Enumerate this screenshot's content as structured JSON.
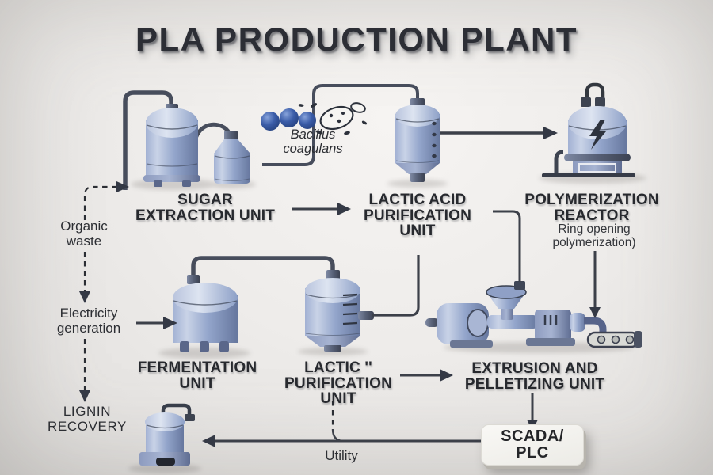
{
  "title": "PLA PRODUCTION PLANT",
  "units": {
    "sugar_extraction": {
      "label": "SUGAR\nEXTRACTION UNIT"
    },
    "lactic_acid_purification": {
      "label": "LACTIC ACID\nPURIFICATION\nUNIT"
    },
    "polymerization_reactor": {
      "label": "POLYMERIZATION\nREACTOR",
      "sublabel": "Ring opening\npolymerization)"
    },
    "fermentation": {
      "label": "FERMENTATION\nUNIT"
    },
    "lactic_purification_2": {
      "label": "LACTIC ''\nPURIFICATION\nUNIT"
    },
    "extrusion_pelletizing": {
      "label": "EXTRUSION AND\nPELLETIZING UNIT"
    },
    "lignin_recovery": {
      "label": "LIGNIN\nRECOVERY"
    },
    "scada_plc": {
      "label": "SCADA/\nPLC"
    }
  },
  "annotations": {
    "organic_waste": "Organic\nwaste",
    "electricity_generation": "Electricity\ngeneration",
    "bacillus": "Bacillus\ncoagulans",
    "utility": "Utility"
  },
  "icons": [
    "lightning-icon",
    "bacteria-icon",
    "microbe-spheres-icon"
  ],
  "colors": {
    "background": "#edebe9",
    "vessel_blue": "#93a5cb",
    "vessel_highlight": "#c9d3e7",
    "vessel_shadow": "#66779e",
    "pipe": "#474d5c",
    "text": "#27292e",
    "sphere_blue": "#3a5ca8",
    "scada_box": "#f3f2ee"
  }
}
